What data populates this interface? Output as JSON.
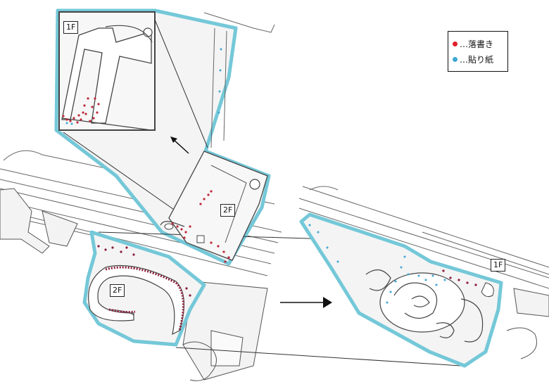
{
  "colors": {
    "highlight": "#74c8d8",
    "graffiti": "#c0283a",
    "sticker": "#3fa7d6",
    "graffiti_dark": "#8b1c3a",
    "line": "#555555"
  },
  "legend": {
    "items": [
      {
        "marker_color": "#e0202a",
        "label": "…落書き"
      },
      {
        "marker_color": "#3fa7d6",
        "label": "…貼り紙"
      }
    ]
  },
  "floor_labels": {
    "top_left_1f": "1F",
    "upper_2f": "2F",
    "lower_2f": "2F",
    "right_1f": "1F"
  }
}
